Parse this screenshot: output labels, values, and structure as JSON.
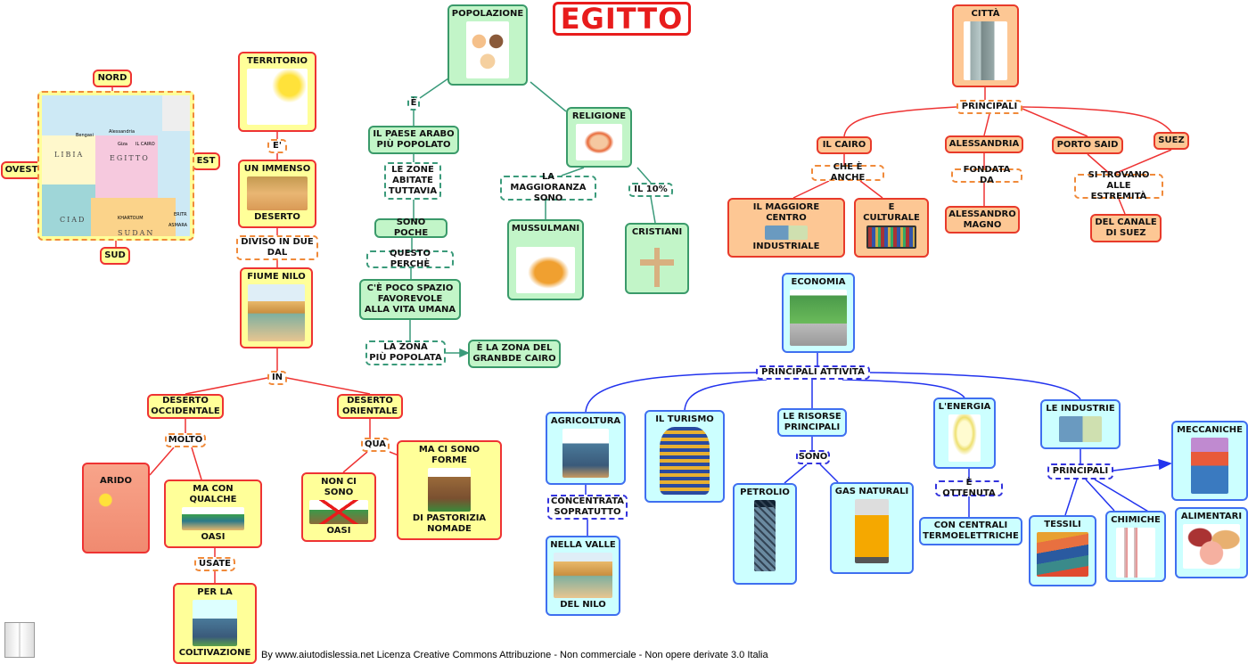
{
  "title": "EGITTO",
  "credit": "By www.aiutodislessia.net Licenza Creative Commons Attribuzione - Non commerciale - Non opere derivate 3.0 Italia",
  "territorio": {
    "nord": "NORD",
    "ovest": "OVEST",
    "est": "EST",
    "sud": "SUD",
    "map_labels": {
      "libia": "LIBIA",
      "egitto": "EGITTO",
      "ciad": "CIAD",
      "sudan": "SUDAN",
      "alessandria": "Alessandria",
      "cairo": "IL CAIRO",
      "giza": "Giza",
      "bengasi": "Bengasi",
      "khartoum": "KHARTOUM",
      "eritrea": "ERITR",
      "asmara": "ASMARA"
    },
    "territorio": "TERRITORIO",
    "e": "E'",
    "immenso": "UN IMMENSO",
    "deserto": "DESERTO",
    "diviso": "DIVISO IN DUE\nDAL",
    "nilo": "FIUME NILO",
    "in": "IN",
    "occidentale": "DESERTO\nOCCIDENTALE",
    "orientale": "DESERTO\nORIENTALE",
    "molto": "MOLTO",
    "qua": "QUA",
    "arido": "ARIDO",
    "qualche": "MA CON QUALCHE",
    "oasi": "OASI",
    "non_ci_sono": "NON CI SONO",
    "oasi2": "OASI",
    "forme": "MA CI SONO FORME",
    "pastorizia": "DI PASTORIZIA\nNOMADE",
    "usate": "USATE",
    "per_la": "PER LA",
    "coltivazione": "COLTIVAZIONE"
  },
  "popolazione": {
    "popolazione": "POPOLAZIONE",
    "e": "È",
    "paese": "IL PAESE ARABO\nPIÙ POPOLATO",
    "zone": "LE ZONE\nABITATE\nTUTTAVIA",
    "poche": "SONO POCHE",
    "perche": "QUESTO PERCHÈ",
    "spazio": "C'È POCO SPAZIO\nFAVOREVOLE\nALLA VITA UMANA",
    "zona": "LA ZONA\nPIÙ POPOLATA",
    "cairo": "È LA ZONA DEL\nGRANBDE CAIRO",
    "religione": "RELIGIONE",
    "maggioranza": "LA MAGGIORANZA\nSONO",
    "dieci": "IL 10%",
    "mussulmani": "MUSSULMANI",
    "cristiani": "CRISTIANI"
  },
  "citta": {
    "citta": "CITTÀ",
    "principali": "PRINCIPALI",
    "cairo": "IL CAIRO",
    "alessandria": "ALESSANDRIA",
    "porto_said": "PORTO SAID",
    "suez": "SUEZ",
    "che_e_anche": "CHE È ANCHE",
    "fondata": "FONDATA DA",
    "estremita": "SI TROVANO\nALLE ESTREMITÀ",
    "maggiore": "IL MAGGIORE CENTRO",
    "industriale": "INDUSTRIALE",
    "culturale": "E CULTURALE",
    "magno": "ALESSANDRO\nMAGNO",
    "canale": "DEL CANALE\nDI SUEZ"
  },
  "economia": {
    "economia": "ECONOMIA",
    "attivita": "PRINCIPALI ATTIVITÀ",
    "agricoltura": "AGRICOLTURA",
    "concentrata": "CONCENTRATA\nSOPRATUTTO",
    "valle": "NELLA VALLE",
    "del_nilo": "DEL NILO",
    "turismo": "IL TURISMO",
    "risorse": "LE RISORSE\nPRINCIPALI",
    "sono": "SONO",
    "petrolio": "PETROLIO",
    "gas": "GAS NATURALI",
    "energia": "L'ENERGIA",
    "ottenuta": "È OTTENUTA",
    "centrali": "CON  CENTRALI\nTERMOELETTRICHE",
    "industrie": "LE INDUSTRIE",
    "principali": "PRINCIPALI",
    "meccaniche": "MECCANICHE",
    "tessili": "TESSILI",
    "chimiche": "CHIMICHE",
    "alimentari": "ALIMENTARI"
  },
  "colors": {
    "yellow_border": "#ee3333",
    "green_border": "#3a9a6a",
    "orange_fill": "#fdc794",
    "blue_border": "#3f6ff0",
    "title": "#e81c1c"
  }
}
